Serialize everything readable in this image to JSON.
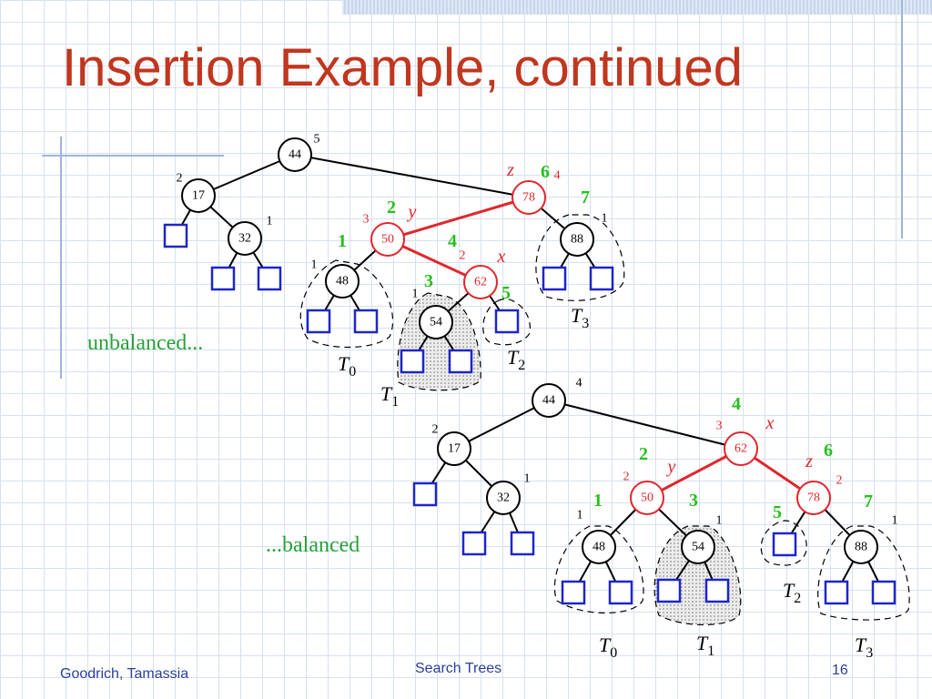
{
  "slide": {
    "title": "Insertion Example, continued",
    "footer_left": "Goodrich, Tamassia",
    "footer_center": "Search Trees",
    "page_number": "16"
  },
  "notes": {
    "unbalanced": "unbalanced...",
    "balanced": "...balanced"
  },
  "colors": {
    "title": "#c1361e",
    "unbalanced_edge": "#e0262c",
    "node_red": "#e0262c",
    "leaf_blue": "#1c27c8",
    "step_green": "#25c01b",
    "note_green": "#25a238",
    "footer_blue": "#2a3f9a"
  },
  "tree_before": {
    "nodes": [
      {
        "key": "44",
        "height": "5",
        "highlight": false
      },
      {
        "key": "17",
        "height": "2",
        "highlight": false
      },
      {
        "key": "32",
        "height": "1",
        "highlight": false
      },
      {
        "key": "78",
        "height": "4",
        "highlight": true,
        "role": "z",
        "step": "6"
      },
      {
        "key": "50",
        "height": "3",
        "highlight": true,
        "role": "y",
        "step": "2",
        "step2": "1"
      },
      {
        "key": "62",
        "height": "2",
        "highlight": true,
        "role": "x",
        "step": "4"
      },
      {
        "key": "48",
        "height": "1",
        "highlight": false
      },
      {
        "key": "54",
        "height": "1",
        "highlight": false,
        "step": "3"
      },
      {
        "key": "88",
        "height": "1",
        "highlight": false,
        "step": "7"
      }
    ],
    "extra_step": "5",
    "subtrees": [
      "T0",
      "T1",
      "T2",
      "T3"
    ]
  },
  "tree_after": {
    "nodes": [
      {
        "key": "44",
        "height": "4",
        "highlight": false
      },
      {
        "key": "17",
        "height": "2",
        "highlight": false
      },
      {
        "key": "32",
        "height": "1",
        "highlight": false
      },
      {
        "key": "62",
        "height": "3",
        "highlight": true,
        "role": "x",
        "step": "4"
      },
      {
        "key": "50",
        "height": "2",
        "highlight": true,
        "role": "y",
        "step": "2",
        "step2": "1"
      },
      {
        "key": "78",
        "height": "2",
        "highlight": true,
        "role": "z",
        "step": "6"
      },
      {
        "key": "48",
        "height": "1",
        "highlight": false
      },
      {
        "key": "54",
        "height": "1",
        "highlight": false,
        "step": "3"
      },
      {
        "key": "88",
        "height": "1",
        "highlight": false,
        "step": "7"
      }
    ],
    "extra_step": "5",
    "subtrees": [
      "T0",
      "T1",
      "T2",
      "T3"
    ]
  }
}
